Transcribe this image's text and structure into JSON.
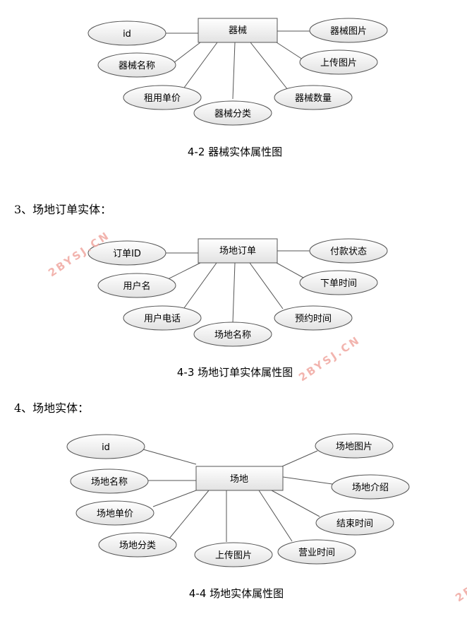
{
  "sections": [
    {
      "heading": "",
      "caption": "4-2 器械实体属性图",
      "entity": "器械",
      "attributes": [
        "id",
        "器械名称",
        "租用单价",
        "器械分类",
        "器械数量",
        "上传图片",
        "器械图片"
      ]
    },
    {
      "heading": "3、场地订单实体：",
      "caption": "4-3 场地订单实体属性图",
      "entity": "场地订单",
      "attributes": [
        "订单ID",
        "用户名",
        "用户电话",
        "场地名称",
        "预约时间",
        "下单时间",
        "付款状态"
      ]
    },
    {
      "heading": "4、场地实体：",
      "caption": "4-4 场地实体属性图",
      "entity": "场地",
      "attributes": [
        "id",
        "场地名称",
        "场地单价",
        "场地分类",
        "上传图片",
        "营业时间",
        "结束时间",
        "场地介绍",
        "场地图片"
      ]
    }
  ],
  "watermark": "2BYSJ.CN",
  "colors": {
    "stroke": "#555555",
    "fill_top": "#ffffff",
    "fill_bottom": "#e4e4e4",
    "watermark": "#f0a7a0"
  }
}
